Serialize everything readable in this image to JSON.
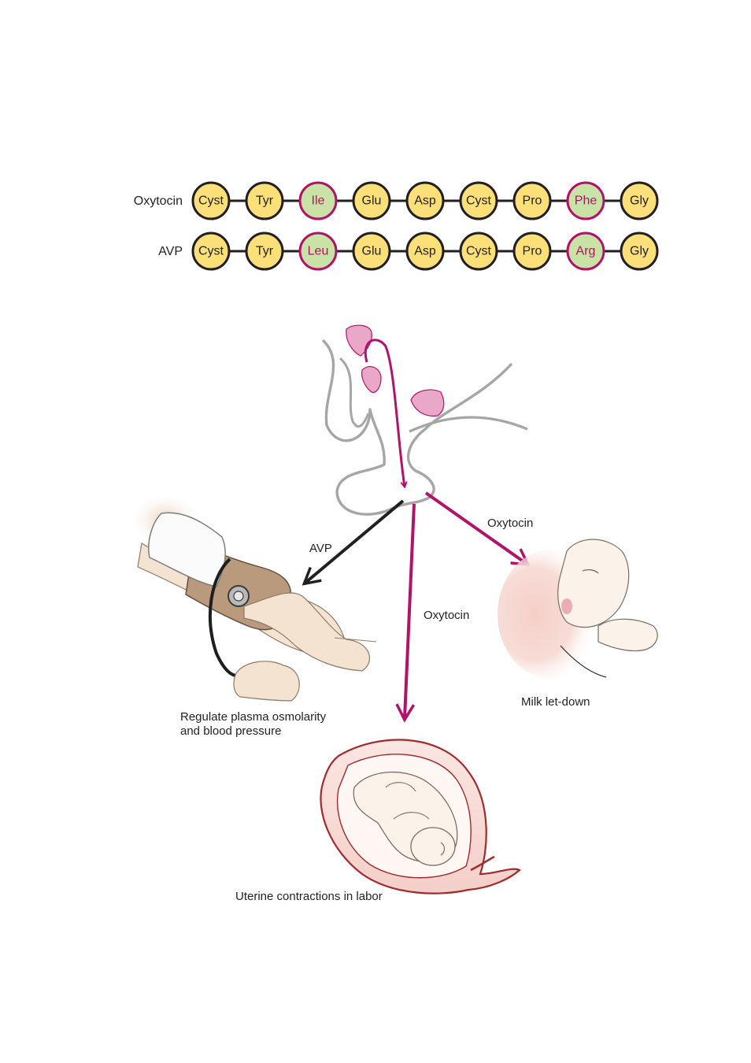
{
  "sequences": [
    {
      "label": "Oxytocin",
      "residues": [
        {
          "name": "Cyst",
          "diff": false
        },
        {
          "name": "Tyr",
          "diff": false
        },
        {
          "name": "Ile",
          "diff": true
        },
        {
          "name": "Glu",
          "diff": false
        },
        {
          "name": "Asp",
          "diff": false
        },
        {
          "name": "Cyst",
          "diff": false
        },
        {
          "name": "Pro",
          "diff": false
        },
        {
          "name": "Phe",
          "diff": true
        },
        {
          "name": "Gly",
          "diff": false
        }
      ]
    },
    {
      "label": "AVP",
      "residues": [
        {
          "name": "Cyst",
          "diff": false
        },
        {
          "name": "Tyr",
          "diff": false
        },
        {
          "name": "Leu",
          "diff": true
        },
        {
          "name": "Glu",
          "diff": false
        },
        {
          "name": "Asp",
          "diff": false
        },
        {
          "name": "Cyst",
          "diff": false
        },
        {
          "name": "Pro",
          "diff": false
        },
        {
          "name": "Arg",
          "diff": true
        },
        {
          "name": "Gly",
          "diff": false
        }
      ]
    }
  ],
  "arrows": {
    "avp": "AVP",
    "oxytocin_down": "Oxytocin",
    "oxytocin_right": "Oxytocin"
  },
  "effects": {
    "blood_pressure": [
      "Regulate plasma osmolarity",
      "and blood pressure"
    ],
    "milk": "Milk let-down",
    "uterus": "Uterine contractions in labor"
  },
  "colors": {
    "residue_fill": "#fbe07a",
    "diff_fill": "#c8e3a5",
    "diff_ring": "#b0136a",
    "magenta": "#b0136a",
    "nucleus_pink": "#eaa8c8",
    "pituitary_gray": "#a6a6a6",
    "black_arrow": "#231f20",
    "skin": "#f3e3d0",
    "cuff": "#b99a7c",
    "uterus": "#a12a2c"
  },
  "icons": [
    "pituitary-gland-icon",
    "blood-pressure-cuff-icon",
    "breastfeeding-infant-icon",
    "fetus-in-uterus-icon"
  ]
}
